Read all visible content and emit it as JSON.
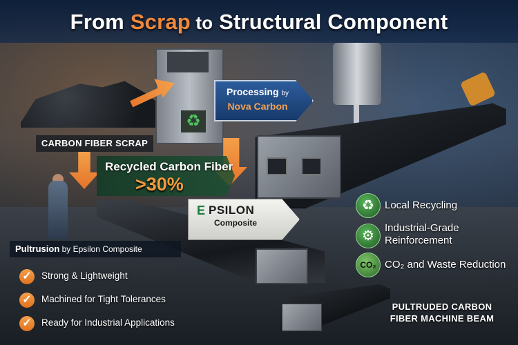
{
  "title": {
    "part1": "From ",
    "accent": "Scrap",
    "part2": " to",
    "part3": " Structural Component"
  },
  "labels": {
    "scrap": "CARBON FIBER SCRAP",
    "processing_prefix": "Processing",
    "processing_by": "by",
    "processing_company": "Nova Carbon",
    "recycled_title": "Recycled Carbon Fiber",
    "recycled_value": ">30%",
    "epsilon_logo": "E",
    "epsilon_name": "PSILON",
    "epsilon_sub": "Composite",
    "pultrusion_bold": "Pultrusion",
    "pultrusion_rest": " by Epsilon Composite",
    "beam_caption_line1": "PULTRUDED CARBON",
    "beam_caption_line2": "FIBER MACHINE BEAM"
  },
  "checklist": [
    {
      "text": "Strong & Lightweight"
    },
    {
      "text": "Machined for Tight Tolerances"
    },
    {
      "text": "Ready for Industrial Applications"
    }
  ],
  "features": [
    {
      "icon": "♻",
      "line1": "Local Recycling",
      "line2": ""
    },
    {
      "icon": "⚙",
      "line1": "Industrial-Grade",
      "line2": "Reinforcement"
    },
    {
      "icon": "CO₂",
      "line1": "CO₂ and Waste Reduction",
      "line2": ""
    }
  ],
  "icons": {
    "recycle": "♻",
    "check": "✓"
  },
  "colors": {
    "accent_orange": "#f0893a",
    "title_text": "#ffffff",
    "green_badge": "#2f7a35",
    "process_blue": "#1f4a84"
  }
}
